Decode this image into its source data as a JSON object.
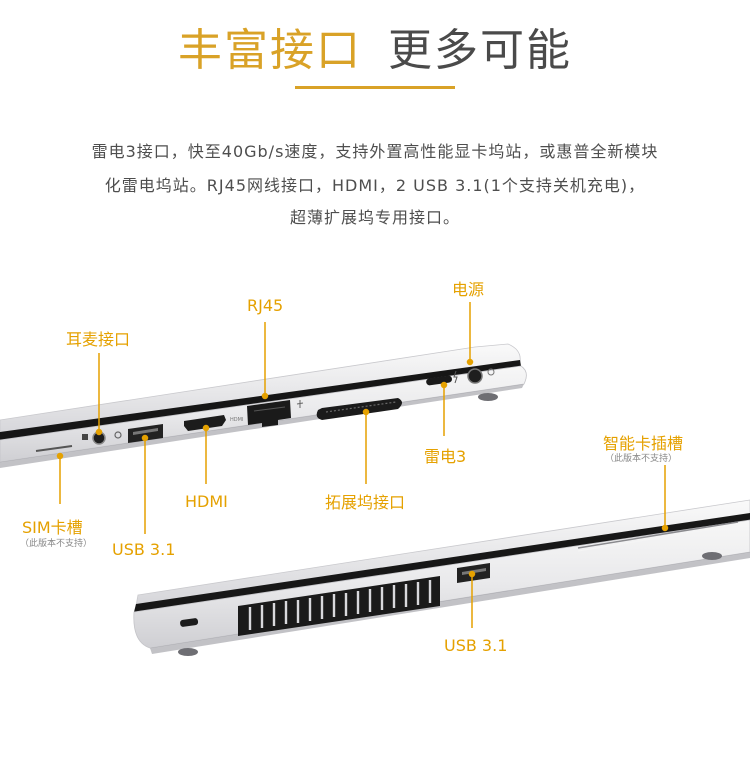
{
  "header": {
    "title_part1": "丰富接口",
    "title_part2": "更多可能"
  },
  "description": [
    "雷电3接口，快至40Gb/s速度，支持外置高性能显卡坞站，或惠普全新模块",
    "化雷电坞站。RJ45网线接口，HDMI，2 USB 3.1(1个支持关机充电)，",
    "超薄扩展坞专用接口。"
  ],
  "ports": {
    "headset": "耳麦接口",
    "rj45": "RJ45",
    "power": "电源",
    "sim": "SIM卡槽",
    "sim_note": "（此版本不支持）",
    "usb_left": "USB 3.1",
    "hdmi": "HDMI",
    "dock": "拓展坞接口",
    "thunderbolt": "雷电3",
    "smartcard": "智能卡插槽",
    "smartcard_note": "（此版本不支持）",
    "usb_right": "USB 3.1",
    "hdmi_engraving": "HDMI"
  },
  "colors": {
    "accent": "#e5a100",
    "title_gold": "#d9a227",
    "title_gray": "#4a4a4a",
    "text": "#4e4e4e"
  }
}
